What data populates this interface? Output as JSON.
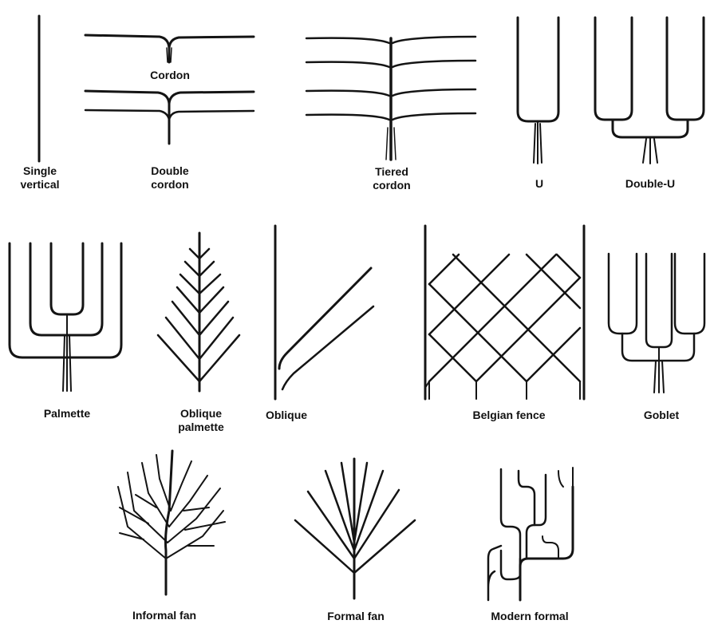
{
  "forms": {
    "single_vertical": {
      "line1": "Single",
      "line2": "vertical"
    },
    "double_cordon": {
      "upper": "Cordon",
      "line1": "Double",
      "line2": "cordon"
    },
    "tiered_cordon": {
      "line1": "Tiered",
      "line2": "cordon"
    },
    "u": {
      "label": "U"
    },
    "double_u": {
      "label": "Double-U"
    },
    "palmette": {
      "label": "Palmette"
    },
    "oblique_palmette": {
      "line1": "Oblique",
      "line2": "palmette"
    },
    "oblique": {
      "label": "Oblique"
    },
    "belgian_fence": {
      "label": "Belgian fence"
    },
    "goblet": {
      "label": "Goblet"
    },
    "informal_fan": {
      "label": "Informal fan"
    },
    "formal_fan": {
      "label": "Formal fan"
    },
    "modern_formal": {
      "label": "Modern formal"
    }
  },
  "colors": {
    "ink": "#141414",
    "paper": "#ffffff"
  }
}
